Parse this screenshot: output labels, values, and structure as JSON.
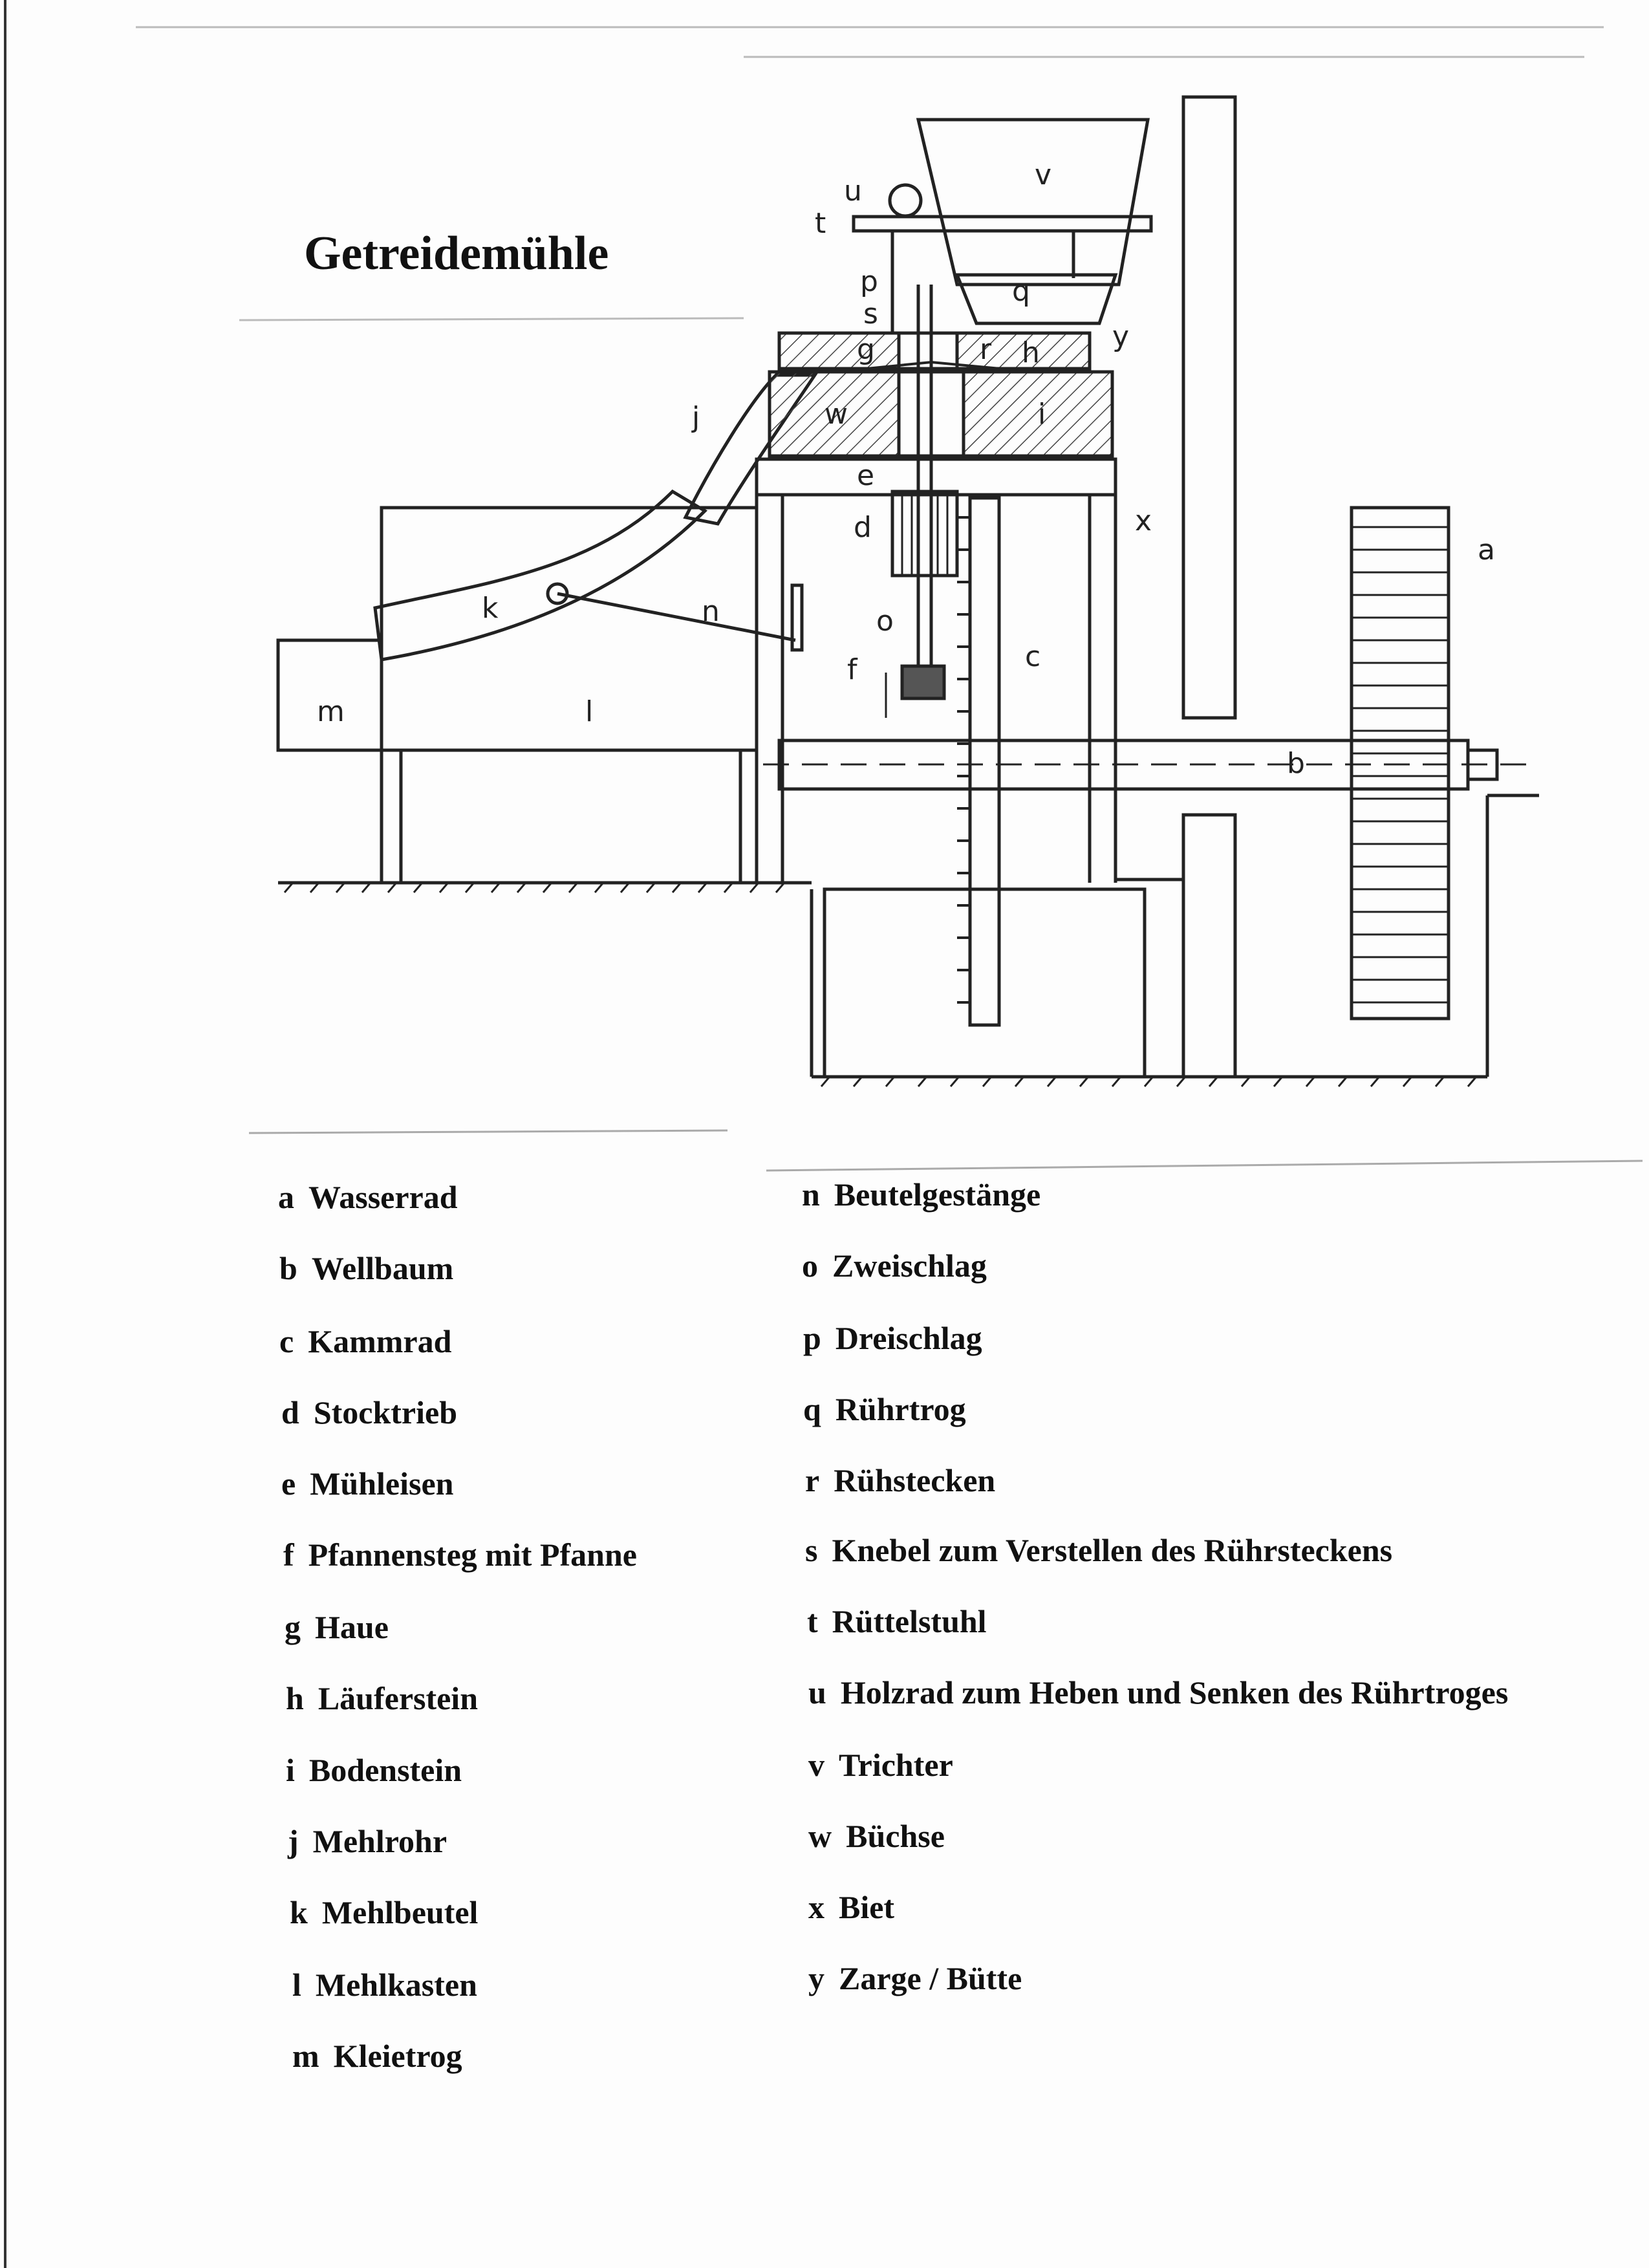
{
  "title": "Getreidemühle",
  "diagram_labels": [
    "a",
    "b",
    "c",
    "d",
    "e",
    "f",
    "g",
    "h",
    "i",
    "j",
    "k",
    "l",
    "m",
    "n",
    "o",
    "p",
    "q",
    "r",
    "s",
    "t",
    "u",
    "v",
    "w",
    "x",
    "y"
  ],
  "legend_left": [
    {
      "key": "a",
      "text": "Wasserrad"
    },
    {
      "key": "b",
      "text": "Wellbaum"
    },
    {
      "key": "c",
      "text": "Kammrad"
    },
    {
      "key": "d",
      "text": "Stocktrieb"
    },
    {
      "key": "e",
      "text": "Mühleisen"
    },
    {
      "key": "f",
      "text": "Pfannensteg mit Pfanne"
    },
    {
      "key": "g",
      "text": "Haue"
    },
    {
      "key": "h",
      "text": "Läuferstein"
    },
    {
      "key": "i",
      "text": "Bodenstein"
    },
    {
      "key": "j",
      "text": "Mehlrohr"
    },
    {
      "key": "k",
      "text": "Mehlbeutel"
    },
    {
      "key": "l",
      "text": "Mehlkasten"
    },
    {
      "key": "m",
      "text": "Kleietrog"
    }
  ],
  "legend_right": [
    {
      "key": "n",
      "text": "Beutelgestänge"
    },
    {
      "key": "o",
      "text": "Zweischlag"
    },
    {
      "key": "p",
      "text": "Dreischlag"
    },
    {
      "key": "q",
      "text": "Rührtrog"
    },
    {
      "key": "r",
      "text": "Rühstecken"
    },
    {
      "key": "s",
      "text": "Knebel zum Verstellen des Rührsteckens"
    },
    {
      "key": "t",
      "text": "Rüttelstuhl"
    },
    {
      "key": "u",
      "text": "Holzrad zum Heben und Senken des Rührtroges"
    },
    {
      "key": "v",
      "text": "Trichter"
    },
    {
      "key": "w",
      "text": "Büchse"
    },
    {
      "key": "x",
      "text": "Biet"
    },
    {
      "key": "y",
      "text": "Zarge / Bütte"
    }
  ]
}
